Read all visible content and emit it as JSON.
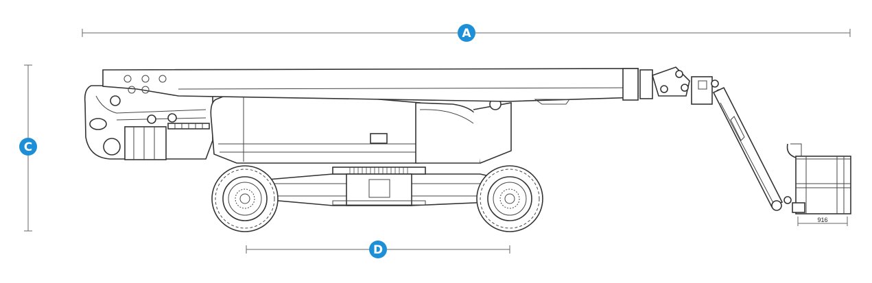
{
  "labels": {
    "overall_length": "A",
    "height": "C",
    "wheelbase": "D"
  },
  "basket_width": "916",
  "colors": {
    "badge": "#1c8fd6",
    "line": "#333333"
  }
}
